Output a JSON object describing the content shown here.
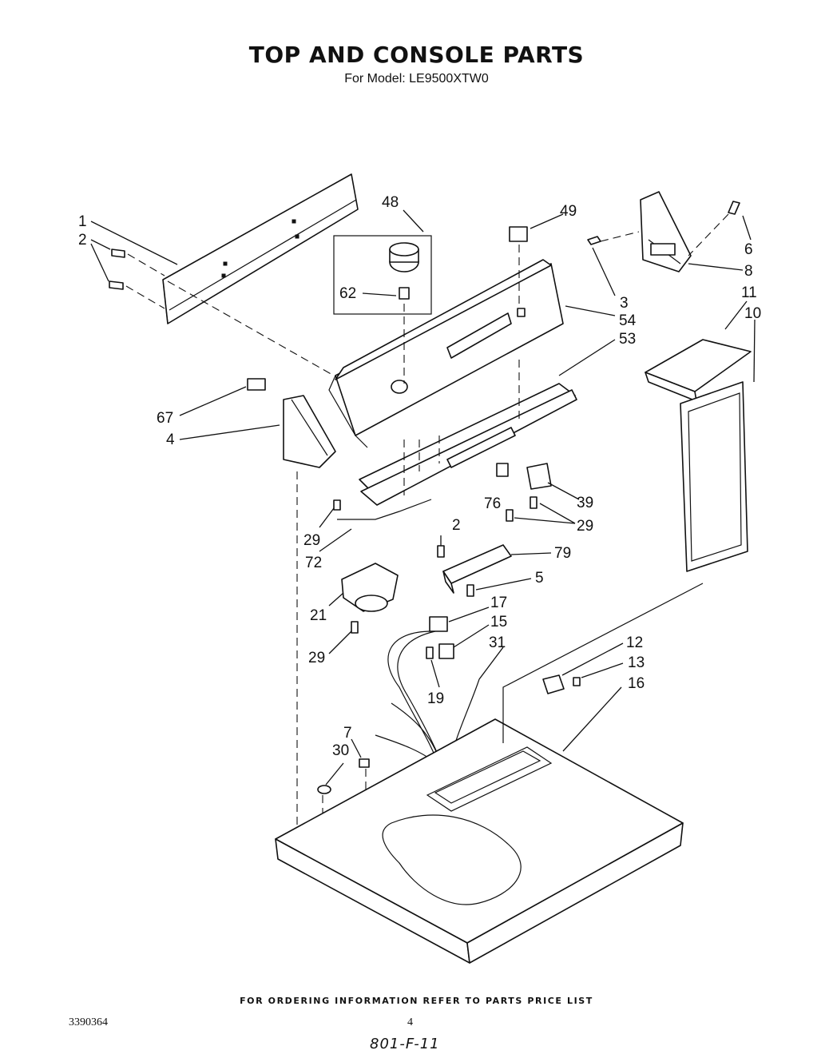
{
  "header": {
    "title": "TOP AND CONSOLE PARTS",
    "subtitle": "For Model: LE9500XTW0"
  },
  "callouts": {
    "c1": "1",
    "c2a": "2",
    "c2b": "2",
    "c3": "3",
    "c4": "4",
    "c5": "5",
    "c6": "6",
    "c7": "7",
    "c8": "8",
    "c10": "10",
    "c11": "11",
    "c12": "12",
    "c13": "13",
    "c15": "15",
    "c16": "16",
    "c17": "17",
    "c19": "19",
    "c21": "21",
    "c29a": "29",
    "c29b": "29",
    "c29c": "29",
    "c30": "30",
    "c31": "31",
    "c39": "39",
    "c48": "48",
    "c49": "49",
    "c53": "53",
    "c54": "54",
    "c62": "62",
    "c67": "67",
    "c72": "72",
    "c76": "76",
    "c79": "79"
  },
  "footer": {
    "note": "FOR ORDERING INFORMATION REFER TO PARTS PRICE LIST",
    "doc_number": "3390364",
    "page_number": "4",
    "handwritten": "801-F-11"
  }
}
